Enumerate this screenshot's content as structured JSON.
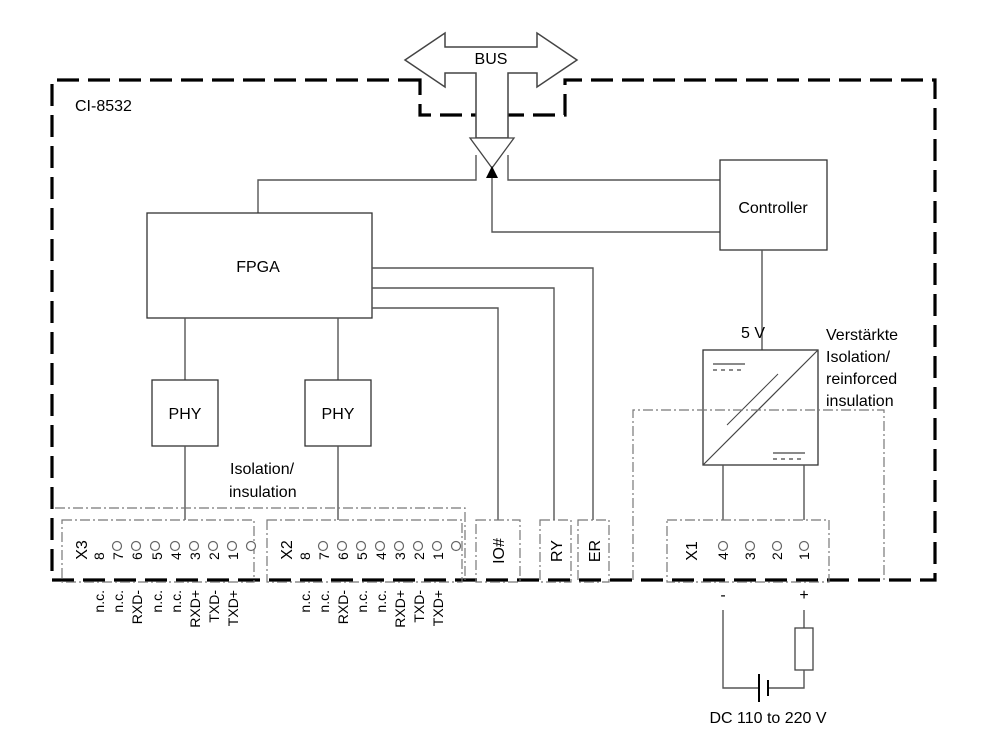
{
  "device_label": "CI-8532",
  "bus_label": "BUS",
  "blocks": {
    "controller": "Controller",
    "fpga": "FPGA",
    "phy1": "PHY",
    "phy2": "PHY"
  },
  "voltage_label": "5 V",
  "isolation_left": [
    "Isolation/",
    "insulation"
  ],
  "isolation_right": [
    "Verstärkte",
    "Isolation/",
    "reinforced",
    "insulation"
  ],
  "connectors": {
    "x3": {
      "name": "X3",
      "pins": [
        "8",
        "7",
        "6",
        "5",
        "4",
        "3",
        "2",
        "1"
      ],
      "signals": [
        "n.c.",
        "n.c.",
        "RXD-",
        "n.c.",
        "n.c.",
        "RXD+",
        "TXD-",
        "TXD+"
      ]
    },
    "x2": {
      "name": "X2",
      "pins": [
        "8",
        "7",
        "6",
        "5",
        "4",
        "3",
        "2",
        "1"
      ],
      "signals": [
        "n.c.",
        "n.c.",
        "RXD-",
        "n.c.",
        "n.c.",
        "RXD+",
        "TXD-",
        "TXD+"
      ]
    },
    "io": "IO#",
    "ry": "RY",
    "er": "ER",
    "x1": {
      "name": "X1",
      "pins": [
        "4",
        "3",
        "2",
        "1"
      ],
      "minus": "-",
      "plus": "+"
    }
  },
  "supply_label": "DC 110 to 220 V"
}
